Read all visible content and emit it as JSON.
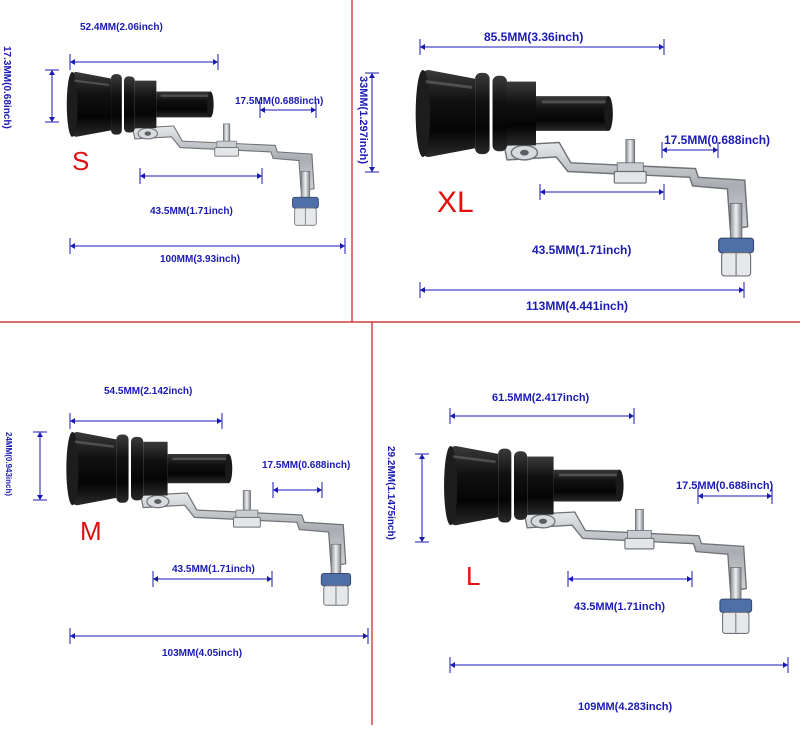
{
  "colors": {
    "dimension": "#1a1ab4",
    "size_label": "#e01010",
    "divider": "#c81818",
    "tip_body": "#0d0d0d",
    "bracket": "#b4b8bc"
  },
  "panels": [
    {
      "size": "S",
      "length": "52.4MM(2.06inch)",
      "diameter": "17.3MM(0.68inch)",
      "slot": "17.5MM(0.688inch)",
      "bracket": "43.5MM(1.71inch)",
      "total": "100MM(3.93inch)"
    },
    {
      "size": "XL",
      "length": "85.5MM(3.36inch)",
      "diameter": "33MM(1.297inch)",
      "slot": "17.5MM(0.688inch)",
      "bracket": "43.5MM(1.71inch)",
      "total": "113MM(4.441inch)"
    },
    {
      "size": "M",
      "length": "54.5MM(2.142inch)",
      "diameter": "24MM(0.943inch)",
      "slot": "17.5MM(0.688inch)",
      "bracket": "43.5MM(1.71inch)",
      "total": "103MM(4.05inch)"
    },
    {
      "size": "L",
      "length": "61.5MM(2.417inch)",
      "diameter": "29.2MM(1.1475inch)",
      "slot": "17.5MM(0.688inch)",
      "bracket": "43.5MM(1.71inch)",
      "total": "109MM(4.283inch)"
    }
  ]
}
